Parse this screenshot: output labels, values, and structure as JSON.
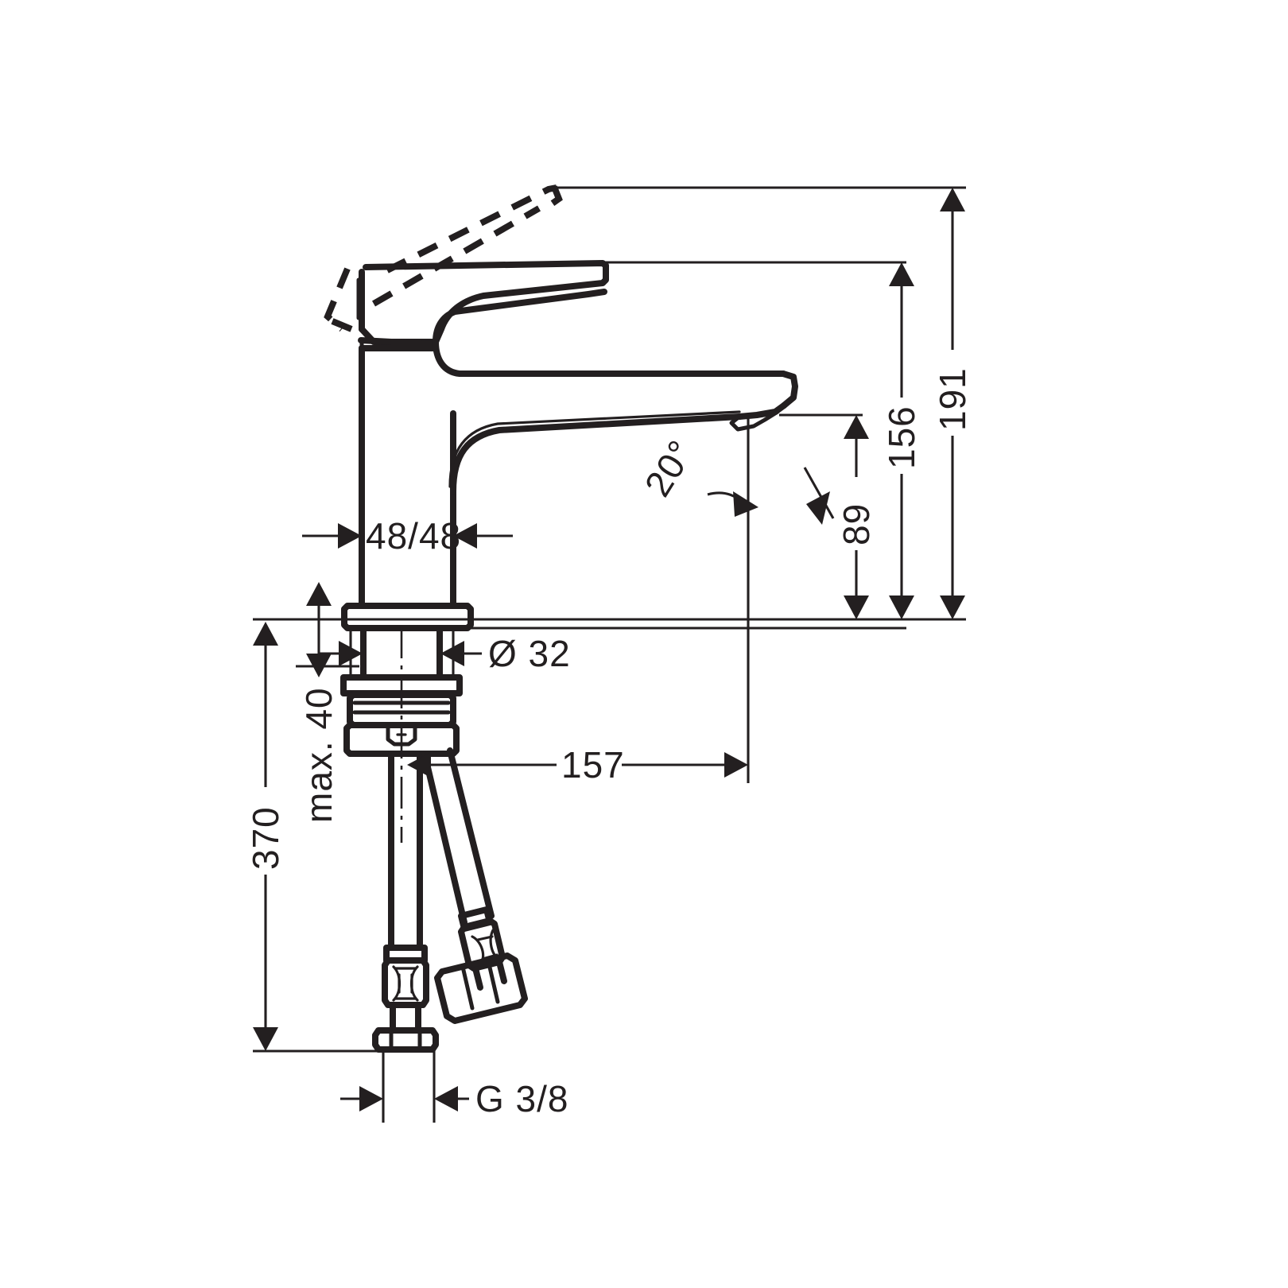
{
  "drawing": {
    "type": "technical-dimension-drawing",
    "subject": "single-lever basin mixer faucet",
    "view": "side elevation with dimensions",
    "units": "mm",
    "line_color": "#231f20",
    "background_color": "#ffffff"
  },
  "dimensions": {
    "handle_spacing": "48/48",
    "base_diameter": "Ø 32",
    "spout_reach": "157",
    "spout_height": "89",
    "body_height": "156",
    "overall_height": "191",
    "hose_length": "370",
    "max_deck_thickness": "max. 40",
    "connection_thread": "G 3/8",
    "spout_angle": "20°"
  },
  "labels": [
    {
      "id": "handle-spacing",
      "text": "48/48",
      "orientation": "horizontal"
    },
    {
      "id": "base-diameter",
      "text": "Ø 32",
      "orientation": "horizontal"
    },
    {
      "id": "spout-reach",
      "text": "157",
      "orientation": "horizontal"
    },
    {
      "id": "spout-angle",
      "text": "20°",
      "orientation": "rotated"
    },
    {
      "id": "spout-height",
      "text": "89",
      "orientation": "vertical"
    },
    {
      "id": "body-height",
      "text": "156",
      "orientation": "vertical"
    },
    {
      "id": "overall-height",
      "text": "191",
      "orientation": "vertical"
    },
    {
      "id": "hose-length",
      "text": "370",
      "orientation": "vertical"
    },
    {
      "id": "max-deck-thickness",
      "text": "max. 40",
      "orientation": "vertical"
    },
    {
      "id": "connection-thread",
      "text": "G 3/8",
      "orientation": "horizontal"
    }
  ]
}
